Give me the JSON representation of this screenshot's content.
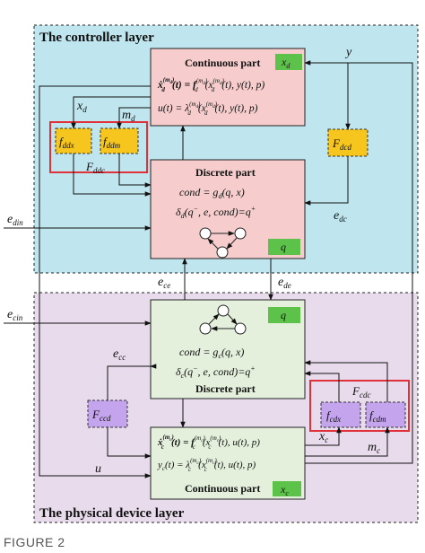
{
  "colors": {
    "controller_bg": "#bfe6ef",
    "device_bg": "#e8dcec",
    "block_pink": "#f6cccc",
    "block_green": "#e4f0dc",
    "tag_green": "#5dc24a",
    "f_yellow": "#f6c61e",
    "f_purple": "#c4a4ec",
    "red_frame": "#e0303a"
  },
  "layers": {
    "controller": "The controller layer",
    "device": "The physical device layer"
  },
  "blocks": {
    "ctrl_cont": {
      "title": "Continuous part",
      "tag": "x_d",
      "eq1": "ẋ_d^(m_d)(t) = f_d^(m_d)(x_d^(m_d)(t), y(t), p)",
      "eq2": "u(t) = λ_d^(m_d)(x_d^(m_d)(t), y(t), p)"
    },
    "ctrl_disc": {
      "title": "Discrete part",
      "eq1": "cond = g_d(q, x)",
      "eq2": "δ_d(q⁻, e, cond) = q⁺",
      "tag": "q"
    },
    "dev_disc": {
      "tag": "q",
      "eq1": "cond = g_c(q, x)",
      "eq2": "δ_c(q⁻, e, cond) = q⁺",
      "title": "Discrete part"
    },
    "dev_cont": {
      "eq1": "ẋ_c^(m_c)(t) = f_c^(m_c)(x_c^(m_c)(t), u(t), p)",
      "eq2": "y_c(t) = λ_c^(m_c)(x_c^(m_c)(t), u(t), p)",
      "title": "Continuous part",
      "tag": "x_c"
    }
  },
  "functions": {
    "f_ddx": "f_ddx",
    "f_ddm": "f_ddm",
    "F_ddc": "F_ddc",
    "F_dcd": "F_dcd",
    "F_ccd": "F_ccd",
    "f_cdx": "f_cdx",
    "f_cdm": "f_cdm",
    "F_cdc": "F_cdc"
  },
  "signals": {
    "y": "y",
    "u": "u",
    "x_d": "x_d",
    "m_d": "m_d",
    "x_c": "x_c",
    "m_c": "m_c",
    "e_din": "e_din",
    "e_dc": "e_dc",
    "e_ce": "e_ce",
    "e_de": "e_de",
    "e_cin": "e_cin",
    "e_cc": "e_cc"
  },
  "caption": "FIGURE 2"
}
